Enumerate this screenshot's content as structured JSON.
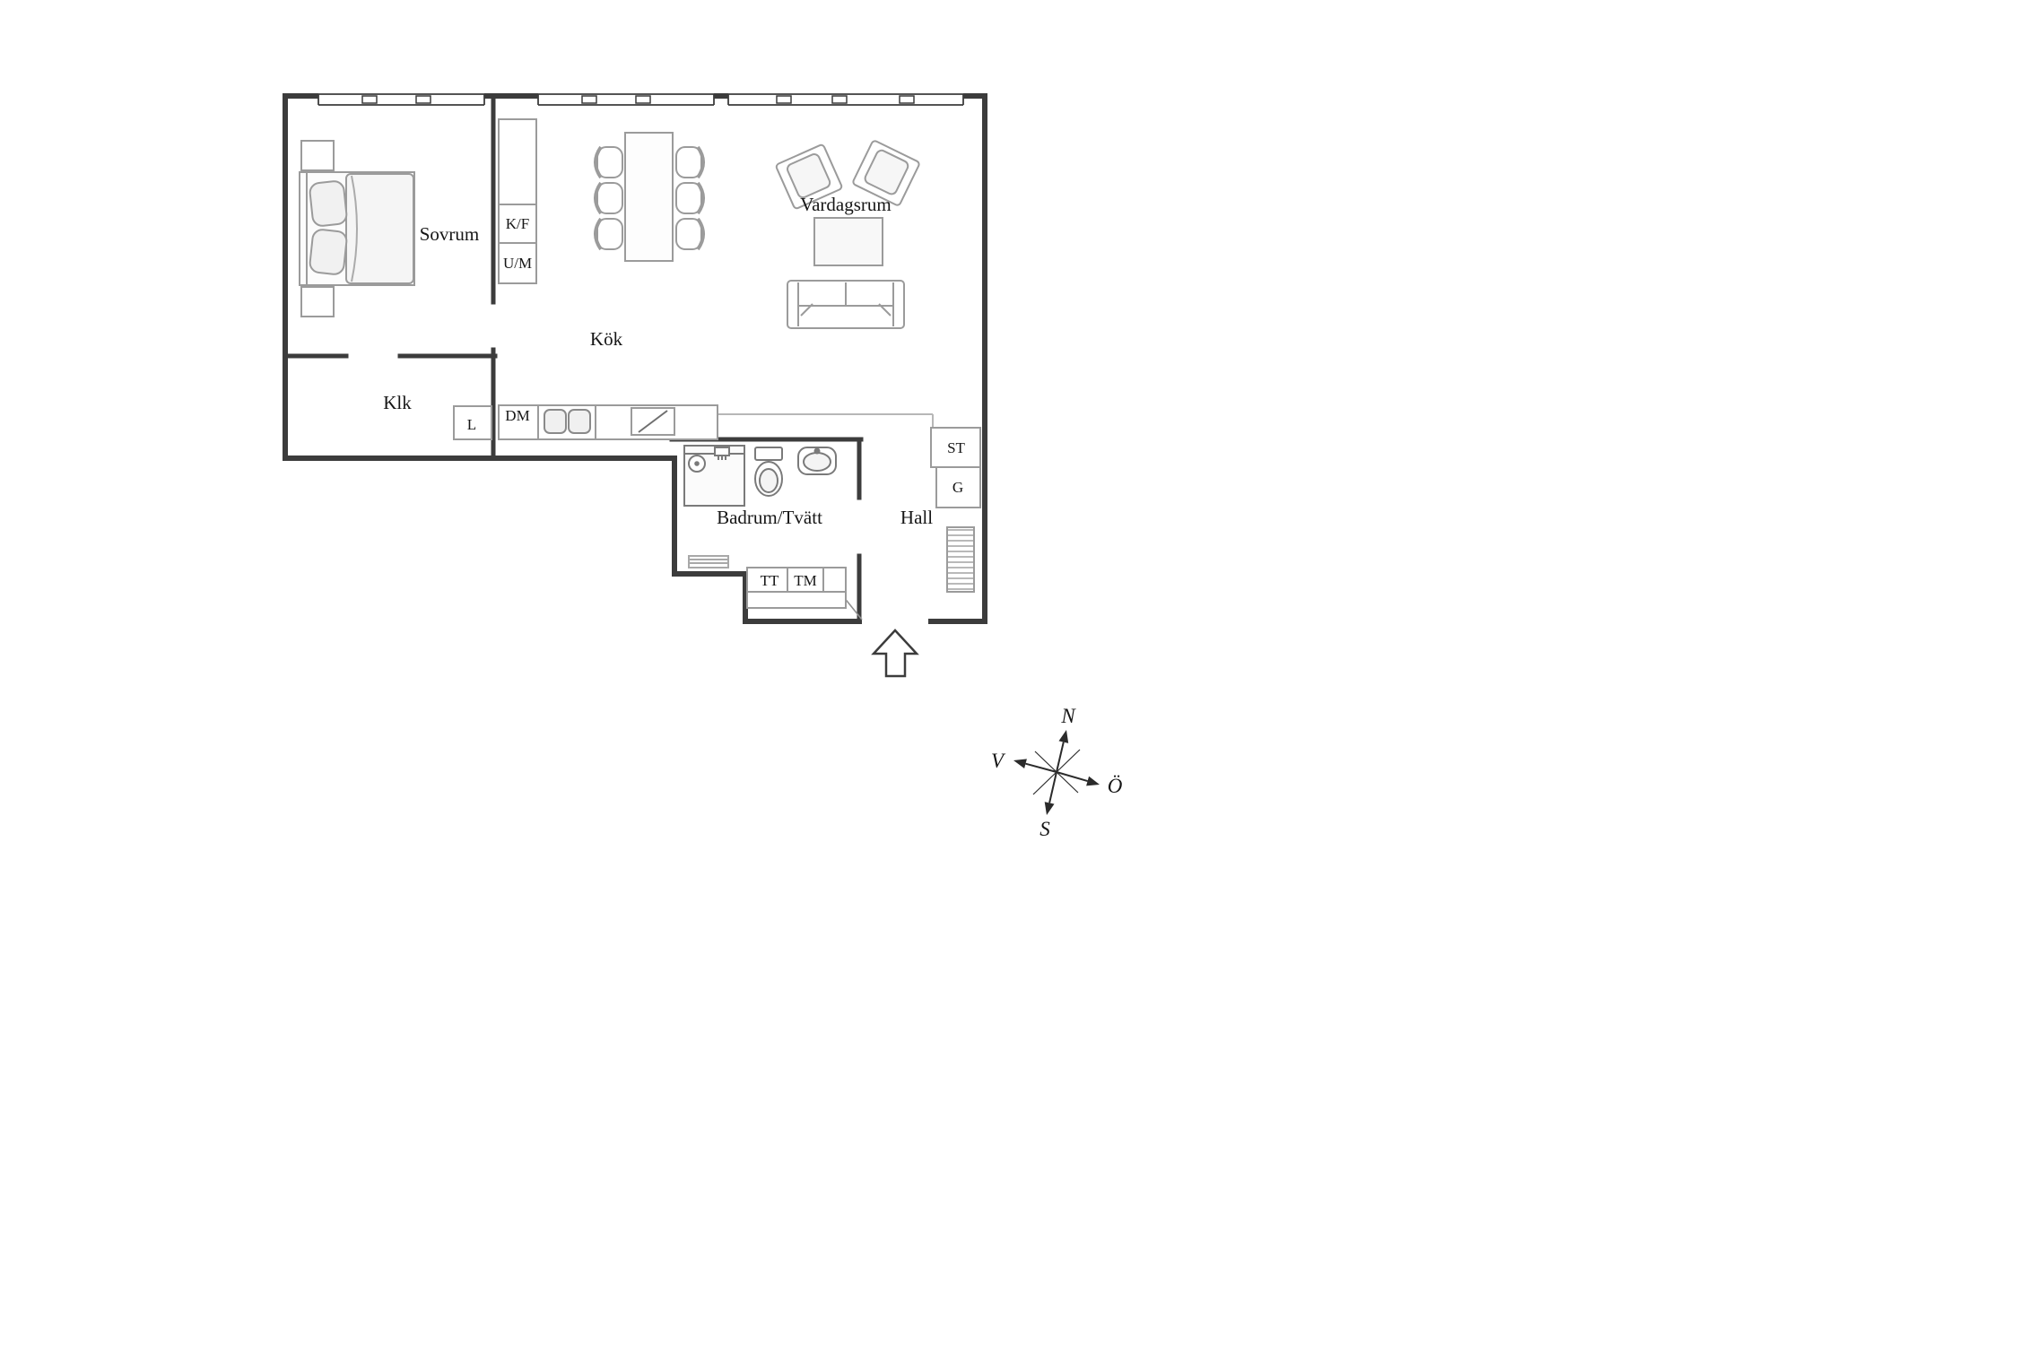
{
  "rooms": {
    "sovrum": "Sovrum",
    "kok": "Kök",
    "vardagsrum": "Vardagsrum",
    "klk": "Klk",
    "badrum_tvatt": "Badrum/Tvätt",
    "hall": "Hall"
  },
  "fixtures": {
    "kf": "K/F",
    "um": "U/M",
    "dm": "DM",
    "l": "L",
    "st": "ST",
    "g": "G",
    "tt": "TT",
    "tm": "TM"
  },
  "compass": {
    "n": "N",
    "v": "V",
    "o": "Ö",
    "s": "S"
  },
  "colors": {
    "wall": "#3c3c3c",
    "furniture_line": "#9b9b9b",
    "fixture_line": "#7a7a7a",
    "text": "#161616",
    "background": "#ffffff"
  }
}
